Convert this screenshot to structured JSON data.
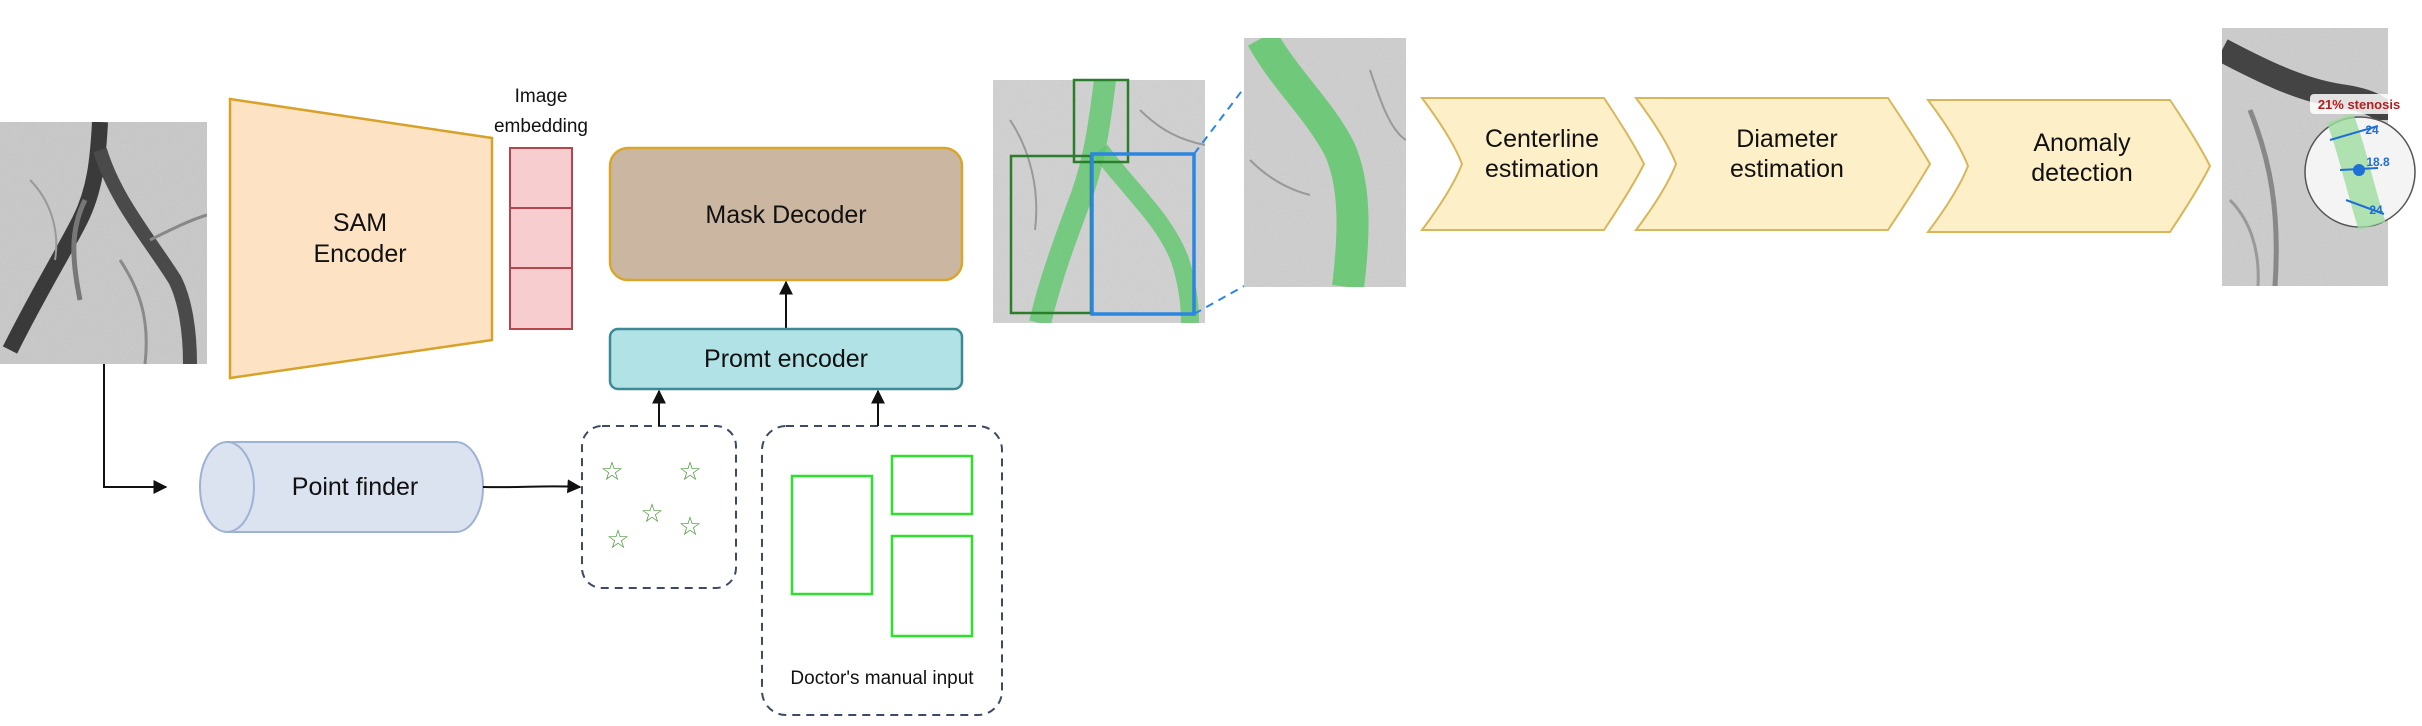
{
  "labels": {
    "sam_encoder_line1": "SAM",
    "sam_encoder_line2": "Encoder",
    "image_embedding_line1": "Image",
    "image_embedding_line2": "embedding",
    "mask_decoder": "Mask Decoder",
    "prompt_encoder": "Promt encoder",
    "point_finder": "Point finder",
    "doctor_input": "Doctor's manual input",
    "centerline_line1": "Centerline",
    "centerline_line2": "estimation",
    "diameter_line1": "Diameter",
    "diameter_line2": "estimation",
    "anomaly_line1": "Anomaly",
    "anomaly_line2": "detection"
  },
  "result": {
    "stenosis": "21% stenosis",
    "measure_top": "24",
    "measure_mid": "18.8",
    "measure_bottom": "24"
  },
  "colors": {
    "encoder_fill": "#fde3c4",
    "encoder_stroke": "#d7a22a",
    "embedding_fill": "#f7cdd0",
    "embedding_stroke": "#b5464e",
    "decoder_fill": "#cbb7a1",
    "decoder_stroke": "#d9a629",
    "prompt_fill": "#b1e2e6",
    "prompt_stroke": "#3c8a95",
    "finder_fill": "#dbe3f1",
    "finder_stroke": "#9fb2d4",
    "chevron_fill": "#fdefc7",
    "chevron_stroke": "#d8b65c",
    "point_green": "#4e9a3f",
    "box_green": "#2ee02e",
    "mask_green": "#5fc76b",
    "box_blue": "#2a86e0"
  }
}
